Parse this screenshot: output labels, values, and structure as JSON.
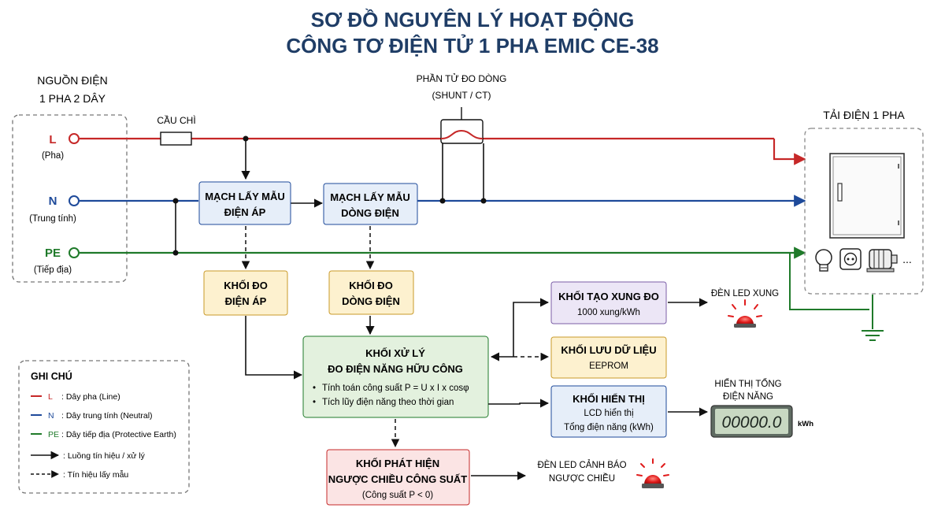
{
  "title": {
    "line1": "SƠ ĐỒ NGUYÊN LÝ HOẠT ĐỘNG",
    "line2": "CÔNG TƠ ĐIỆN TỬ 1 PHA EMIC CE-38"
  },
  "source": {
    "caption1": "NGUỒN ĐIỆN",
    "caption2": "1 PHA 2 DÂY",
    "L": "L",
    "L_desc": "(Pha)",
    "N": "N",
    "N_desc": "(Trung tính)",
    "PE": "PE",
    "PE_desc": "(Tiếp địa)"
  },
  "fuse_label": "CẦU CHÌ",
  "shunt": {
    "line1": "PHẦN TỬ ĐO DÒNG",
    "line2": "(SHUNT / CT)"
  },
  "load": {
    "caption": "TẢI ĐIỆN 1 PHA",
    "more": "..."
  },
  "blocks": {
    "vsample": {
      "line1": "MẠCH LẤY MẪU",
      "line2": "ĐIỆN ÁP"
    },
    "isample": {
      "line1": "MẠCH LẤY MẪU",
      "line2": "DÒNG ĐIỆN"
    },
    "vmeas": {
      "line1": "KHỐI ĐO",
      "line2": "ĐIỆN ÁP"
    },
    "imeas": {
      "line1": "KHỐI ĐO",
      "line2": "DÒNG ĐIỆN"
    },
    "cpu": {
      "line1": "KHỐI XỬ LÝ",
      "line2": "ĐO ĐIỆN NĂNG HỮU CÔNG",
      "bullet1": "Tính toán công suất P = U x I x cosφ",
      "bullet2": "Tích lũy điện năng theo thời gian"
    },
    "pulse": {
      "line1": "KHỐI TẠO XUNG ĐO",
      "line2": "1000 xung/kWh"
    },
    "storage": {
      "line1": "KHỐI LƯU DỮ LIỆU",
      "line2": "EEPROM"
    },
    "display": {
      "line1": "KHỐI HIỂN THỊ",
      "line2": "LCD hiển thị",
      "line3": "Tổng điện năng (kWh)"
    },
    "reverse": {
      "line1": "KHỐI PHÁT HIỆN",
      "line2": "NGƯỢC CHIỀU CÔNG SUẤT",
      "line3": "(Công suất P < 0)"
    }
  },
  "led_pulse_label": "ĐÈN LED XUNG",
  "lcd": {
    "caption1": "HIỂN THỊ TỔNG",
    "caption2": "ĐIỆN NĂNG",
    "value": "00000.0",
    "unit": "kWh"
  },
  "led_warn": {
    "line1": "ĐÈN LED CẢNH BÁO",
    "line2": "NGƯỢC CHIỀU"
  },
  "legend": {
    "title": "GHI CHÚ",
    "L_key": "L",
    "L_text": ": Dây pha (Line)",
    "N_key": "N",
    "N_text": ": Dây trung tính (Neutral)",
    "PE_key": "PE",
    "PE_text": ": Dây tiếp địa (Protective Earth)",
    "solid_text": ": Luồng tín hiệu / xử lý",
    "dashed_text": ": Tín hiệu lấy mẫu"
  },
  "colors": {
    "line_L": "#c62828",
    "line_N": "#1e4a9a",
    "line_PE": "#1f7a2a",
    "block_blue": "#e6eef9",
    "block_yellow": "#fdf1cf",
    "block_green": "#e3f1de",
    "block_purple": "#ece6f6",
    "block_red": "#fbe4e4",
    "title": "#1f3d66"
  }
}
